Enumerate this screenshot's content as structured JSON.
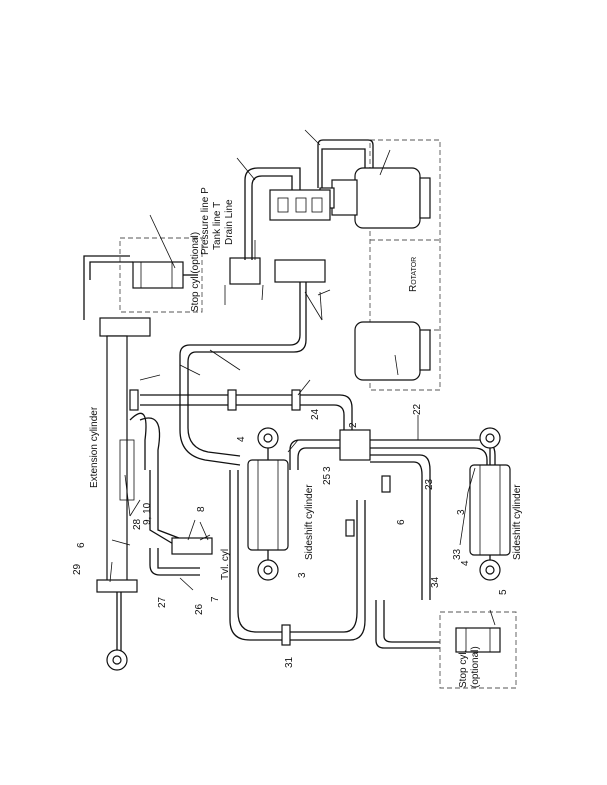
{
  "labels": {
    "stop_cyl_top": "Stop cyl (optional)",
    "pressure_line": "Pressure line P",
    "tank_line": "Tank line T",
    "drain_line": "Drain Line",
    "rotator": "Rotator",
    "extension_cylinder": "Extension cylinder",
    "sideshift_left": "Sideshift cylinder",
    "sideshift_right": "Sideshift cylinder",
    "tvl_cyl": "Tvl. cyl",
    "stop_cyl_bottom_1": "Stop cyl.",
    "stop_cyl_bottom_2": "(optional)"
  },
  "callouts": {
    "n2": "2",
    "n3a": "3",
    "n3b": "3",
    "n3c": "3",
    "n4a": "4",
    "n4b": "4",
    "n5": "5",
    "n6a": "6",
    "n6b": "6",
    "n7": "7",
    "n8": "8",
    "n9_10": "9, 10",
    "n22": "22",
    "n23": "23",
    "n24": "24",
    "n25": "25",
    "n26": "26",
    "n27": "27",
    "n28": "28",
    "n29": "29",
    "n31": "31",
    "n33": "33",
    "n34": "34"
  }
}
